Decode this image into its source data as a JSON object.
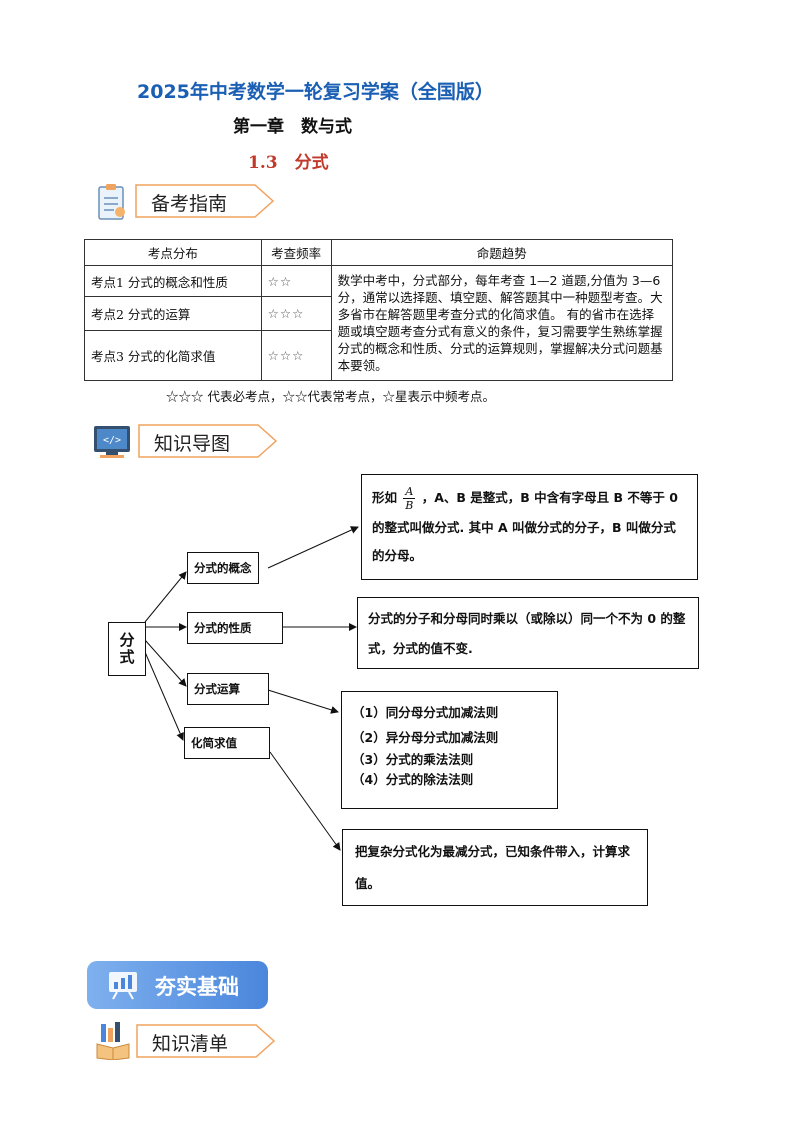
{
  "header": {
    "title": "2025年中考数学一轮复习学案（全国版）",
    "chapter": "第一章　数与式",
    "section": "1.3　分式"
  },
  "banners": {
    "guide": "备考指南",
    "mindmap": "知识导图",
    "foundation": "夯实基础",
    "checklist": "知识清单"
  },
  "guide_table": {
    "headers": [
      "考点分布",
      "考查频率",
      "命题趋势"
    ],
    "rows": [
      {
        "topic": "考点1  分式的概念和性质",
        "freq": "☆☆"
      },
      {
        "topic": "考点2  分式的运算",
        "freq": "☆☆☆"
      },
      {
        "topic": "考点3  分式的化简求值",
        "freq": "☆☆☆"
      }
    ],
    "trend": "数学中考中，分式部分，每年考查 1—2 道题,分值为 3—6 分，通常以选择题、填空题、解答题其中一种题型考查。大多省市在解答题里考查分式的化简求值。 有的省市在选择题或填空题考查分式有意义的条件，复习需要学生熟练掌握分式的概念和性质、分式的运算规则，掌握解决分式问题基本要领。",
    "note": "☆☆☆ 代表必考点，☆☆代表常考点，☆星表示中频考点。"
  },
  "mindmap": {
    "root": "分式",
    "nodes": {
      "concept": "分式的概念",
      "property": "分式的性质",
      "operation": "分式运算",
      "simplify": "化简求值"
    },
    "concept_desc": {
      "prefix": "形如",
      "num": "A",
      "den": "B",
      "line1": "，A、B 是整式，B 中含有字母且 B 不等于 0",
      "line2": "的整式叫做分式. 其中 A 叫做分式的分子，B 叫做分式",
      "line3": "的分母。"
    },
    "property_desc": "分式的分子和分母同时乘以（或除以）同一个不为 0 的整式，分式的值不变.",
    "operation_rules": [
      "（1）同分母分式加减法则",
      "（2）异分母分式加减法则",
      "（3）分式的乘法法则",
      "（4）分式的除法法则"
    ],
    "simplify_desc": "把复杂分式化为最减分式，已知条件带入，计算求值。"
  }
}
